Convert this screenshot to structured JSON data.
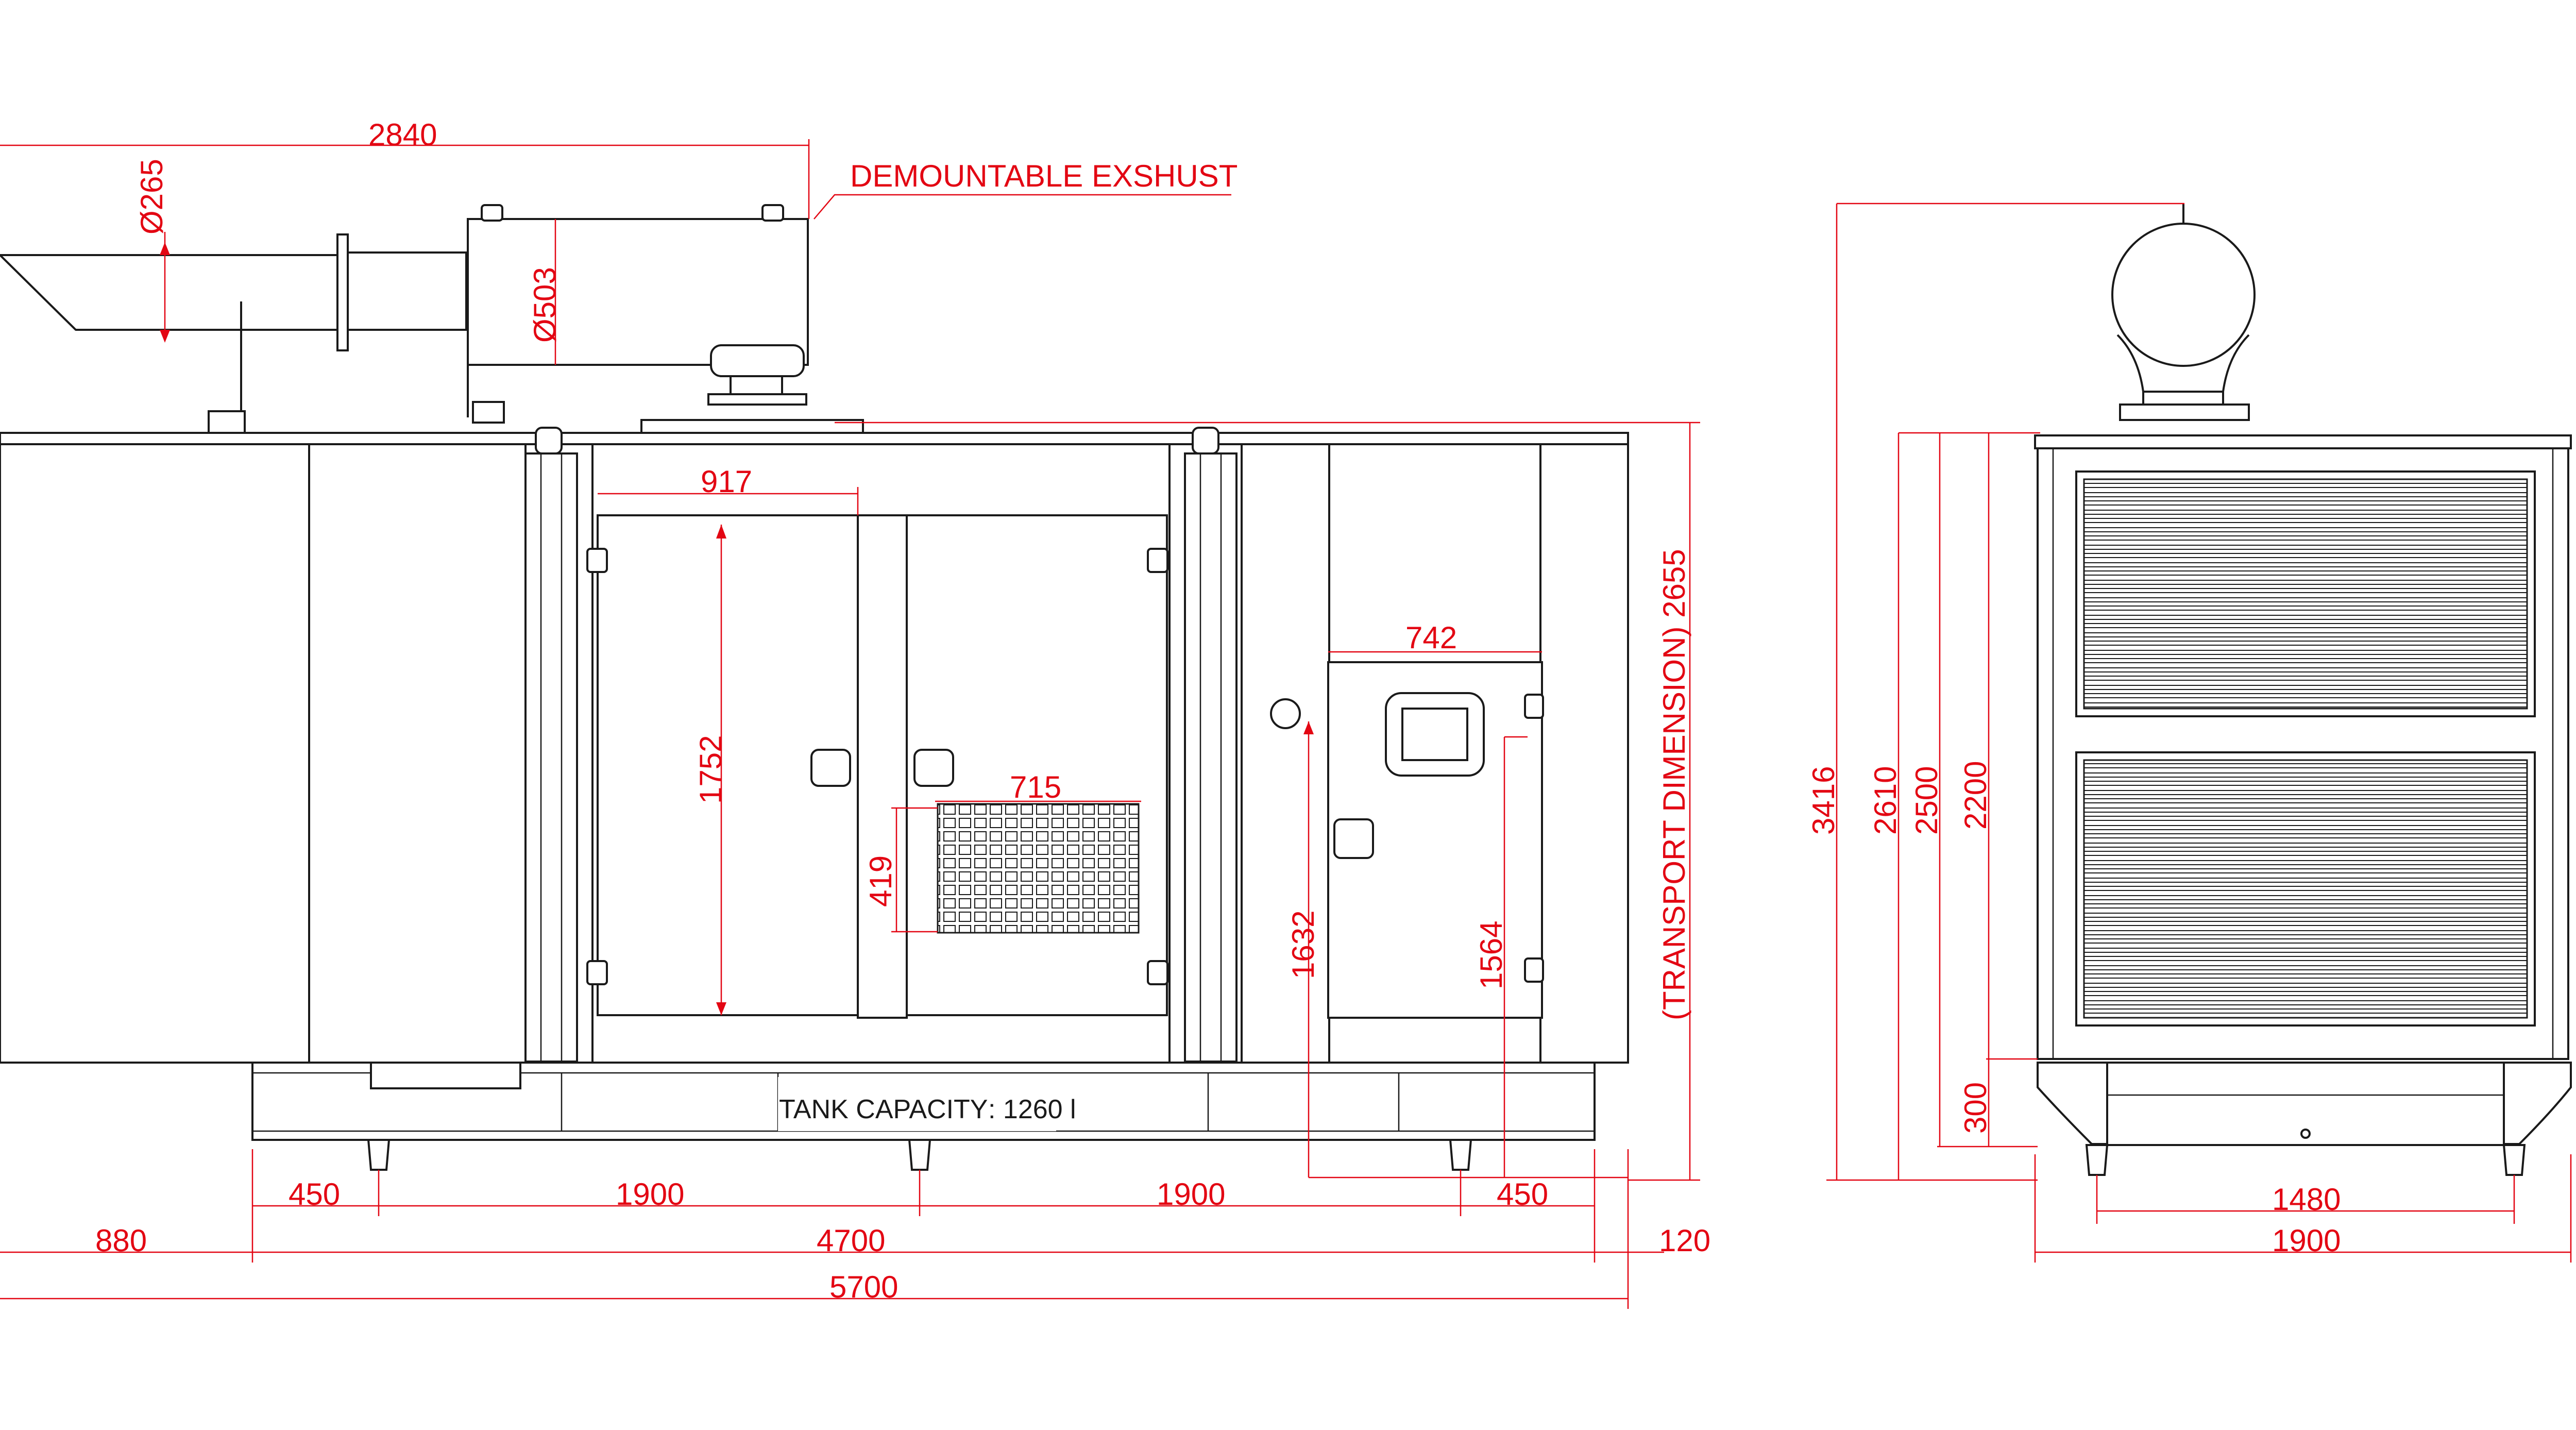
{
  "front_view": {
    "exhaust_length": "2840",
    "exhaust_label": "DEMOUNTABLE EXSHUST",
    "exhaust_pipe_dia": "Ø265",
    "silencer_dia": "Ø503",
    "door_width": "917",
    "door_height": "1752",
    "grille_width": "715",
    "grille_height": "419",
    "panel_width": "742",
    "panel_height_a": "1632",
    "panel_height_b": "1564",
    "transport_height": "(TRANSPORT DIMENSION) 2655",
    "tank_label": "TANK CAPACITY",
    "tank_value": ": 1260 l",
    "foot_spacing": [
      "450",
      "1900",
      "1900",
      "450"
    ],
    "base_left_overhang": "880",
    "base_length": "4700",
    "base_right_overhang": "120",
    "overall_length": "5700"
  },
  "side_view": {
    "overall_height": "3416",
    "canopy_height": "2610",
    "height_2500": "2500",
    "height_2200": "2200",
    "base_height": "300",
    "foot_spacing": "1480",
    "overall_width": "1900"
  },
  "colors": {
    "dimension": "#e30613",
    "outline": "#1a1a1a"
  }
}
